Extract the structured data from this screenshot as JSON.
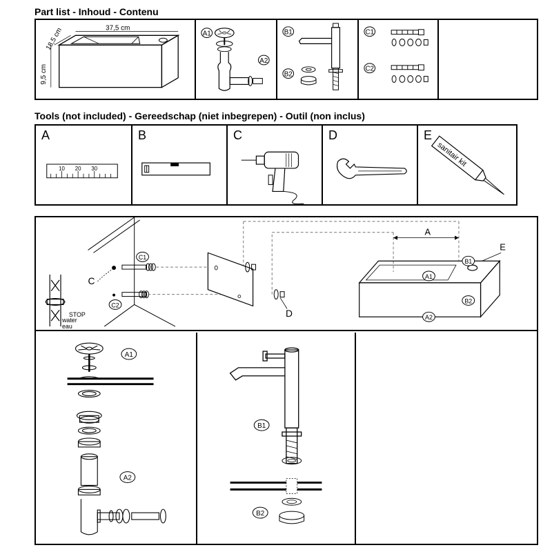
{
  "parts": {
    "heading": "Part list - Inhoud - Contenu",
    "basin": {
      "width": "37,5 cm",
      "depth": "18,5 cm",
      "height": "9,5 cm"
    },
    "labels": {
      "a1": "A1",
      "a2": "A2",
      "b1": "B1",
      "b2": "B2",
      "c1": "C1",
      "c2": "C2"
    }
  },
  "tools": {
    "heading": "Tools (not included) - Gereedschap (niet inbegrepen) -  Outil (non inclus)",
    "items": [
      {
        "letter": "A",
        "icon": "ruler-icon"
      },
      {
        "letter": "B",
        "icon": "spirit-level-icon"
      },
      {
        "letter": "C",
        "icon": "drill-icon"
      },
      {
        "letter": "D",
        "icon": "wrench-icon"
      },
      {
        "letter": "E",
        "icon": "sealant-tube-icon"
      }
    ],
    "ruler_ticks": [
      "10",
      "20",
      "30"
    ],
    "sealant_text": "sanitair kit"
  },
  "mounting": {
    "labels": {
      "a": "A",
      "c": "C",
      "d": "D",
      "e": "E",
      "c1": "C1",
      "c2": "C2",
      "a1": "A1",
      "a2": "A2",
      "b1": "B1",
      "b2": "B2"
    },
    "stop": "STOP",
    "water": "water",
    "eau": "eau"
  },
  "assembly": {
    "drain_labels": {
      "a1": "A1",
      "a2": "A2"
    },
    "tap_labels": {
      "b1": "B1",
      "b2": "B2"
    }
  }
}
